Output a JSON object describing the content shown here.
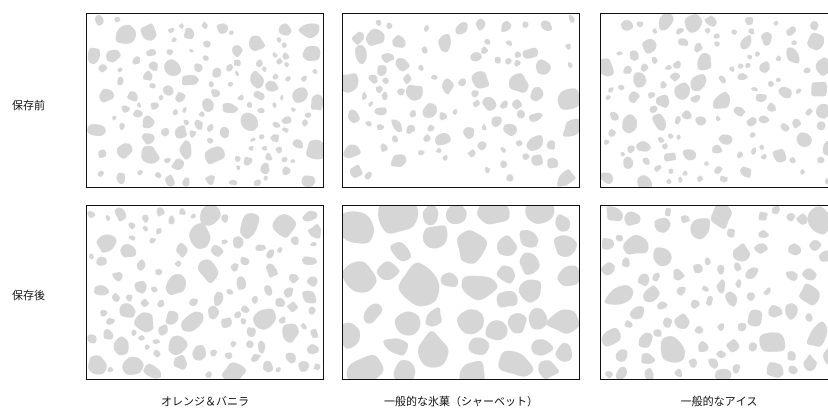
{
  "rows": [
    "保存前",
    "保存後"
  ],
  "columns": [
    "オレンジ＆バニラ",
    "一般的な氷菓（シャーベット）",
    "一般的なアイス"
  ],
  "colors": {
    "ice_crystal": "#d6d6d6",
    "border": "#111111",
    "background": "#ffffff"
  }
}
